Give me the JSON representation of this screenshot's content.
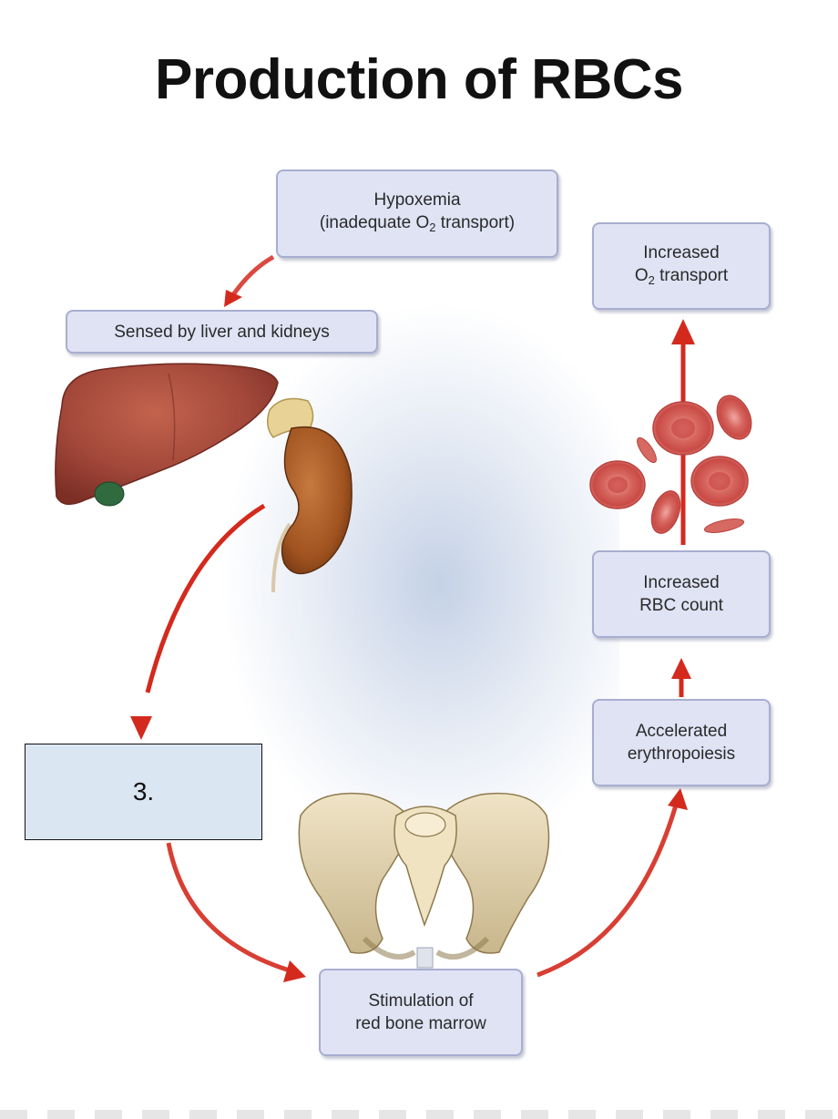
{
  "title": "Production of RBCs",
  "boxes": {
    "hypoxemia": {
      "line1": "Hypoxemia",
      "line2_pre": "(inadequate O",
      "line2_sub": "2",
      "line2_post": " transport)"
    },
    "sensed": {
      "text": "Sensed by liver and kidneys"
    },
    "increased_o2": {
      "line1": "Increased",
      "line2_pre": "O",
      "line2_sub": "2",
      "line2_post": " transport"
    },
    "increased_rbc": {
      "line1": "Increased",
      "line2": "RBC count"
    },
    "accelerated": {
      "line1": "Accelerated",
      "line2": "erythropoiesis"
    },
    "stimulation": {
      "line1": "Stimulation of",
      "line2": "red bone marrow"
    }
  },
  "answer_box": {
    "label": "3."
  },
  "colors": {
    "arrow": "#d42a1e",
    "box_fill": "#dfe3f4",
    "box_border": "#a8aed0",
    "answer_fill": "#dbe6f3"
  },
  "icons": [
    "liver-illustration",
    "kidney-illustration",
    "red-blood-cells-illustration",
    "pelvis-illustration"
  ]
}
